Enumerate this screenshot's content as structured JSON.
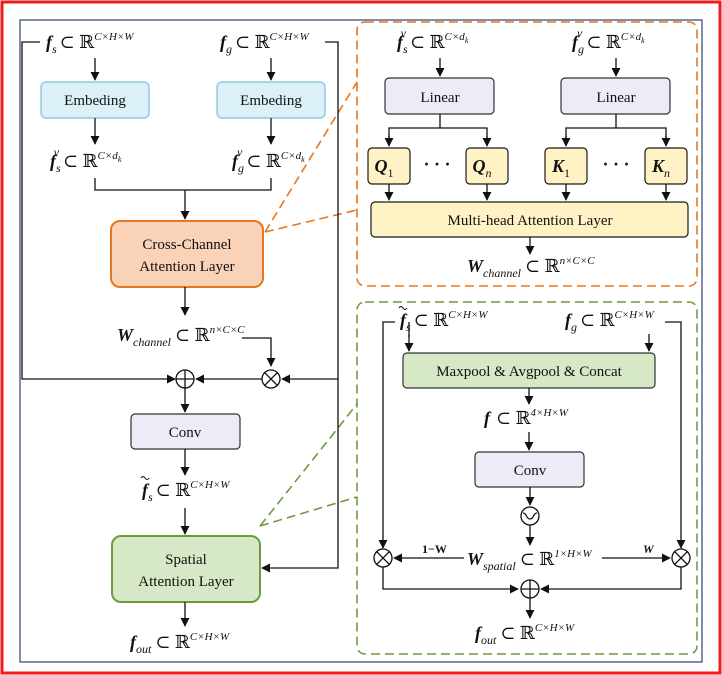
{
  "colors": {
    "outer_border": "#ee1c1c",
    "inner_border": "#2f3f6a",
    "embed_fill": "#dcf0f8",
    "embed_stroke": "#8fcbe2",
    "cross_fill": "#fad2b8",
    "cross_stroke": "#e8761e",
    "spatial_fill": "#d6e8c6",
    "spatial_stroke": "#6c9c3e",
    "qk_fill": "#fff2c4",
    "qk_stroke": "#1a1a1a",
    "mha_fill": "#fff2c4",
    "linear_fill": "#ecebf6",
    "conv_fill": "#ecebf6",
    "orange_dash": "#e8761e",
    "green_dash": "#6c9c3e"
  },
  "left": {
    "fs_input": {
      "base": "f",
      "sub": "s",
      "set": "⊂ ℝ",
      "sup": "C×H×W"
    },
    "fg_input": {
      "base": "f",
      "sub": "g",
      "set": "⊂ ℝ",
      "sup": "C×H×W"
    },
    "embed_left": "Embeding",
    "embed_right": "Embeding",
    "fsv": {
      "base": "f",
      "sub": "s",
      "supv": "v",
      "set": "⊂ ℝ",
      "sup": "C×d",
      "supsub": "k"
    },
    "fgv": {
      "base": "f",
      "sub": "g",
      "supv": "v",
      "set": "⊂ ℝ",
      "sup": "C×d",
      "supsub": "k"
    },
    "cross_line1": "Cross-Channel",
    "cross_line2": "Attention Layer",
    "wchannel": {
      "base": "W",
      "sub": "channel",
      "set": "⊂ ℝ",
      "sup": "n×C×C"
    },
    "conv": "Conv",
    "fs_tilde": {
      "base": "f",
      "sub": "s",
      "set": "⊂ ℝ",
      "sup": "C×H×W"
    },
    "spatial_line1": "Spatial",
    "spatial_line2": "Attention Layer",
    "fout": {
      "base": "f",
      "sub": "out",
      "set": "⊂ ℝ",
      "sup": "C×H×W"
    }
  },
  "cross_panel": {
    "fsv": {
      "base": "f",
      "sub": "s",
      "supv": "v",
      "set": "⊂ ℝ",
      "sup": "C×d",
      "supsub": "k"
    },
    "fgv": {
      "base": "f",
      "sub": "g",
      "supv": "v",
      "set": "⊂ ℝ",
      "sup": "C×d",
      "supsub": "k"
    },
    "linear_left": "Linear",
    "linear_right": "Linear",
    "q1": {
      "base": "Q",
      "sub": "1"
    },
    "qn": {
      "base": "Q",
      "sub": "n"
    },
    "k1": {
      "base": "K",
      "sub": "1"
    },
    "kn": {
      "base": "K",
      "sub": "n"
    },
    "dots": "· · ·",
    "mha": "Multi-head Attention Layer",
    "wchannel": {
      "base": "W",
      "sub": "channel",
      "set": "⊂ ℝ",
      "sup": "n×C×C"
    }
  },
  "spatial_panel": {
    "fs_tilde": {
      "base": "f",
      "sub": "s",
      "set": "⊂ ℝ",
      "sup": "C×H×W"
    },
    "fg": {
      "base": "f",
      "sub": "g",
      "set": "⊂ ℝ",
      "sup": "C×H×W"
    },
    "pool": "Maxpool & Avgpool & Concat",
    "f4": {
      "base": "f",
      "set": "⊂ ℝ",
      "sup": "4×H×W"
    },
    "conv": "Conv",
    "wspatial": {
      "base": "W",
      "sub": "spatial",
      "set": "⊂ ℝ",
      "sup": "1×H×W"
    },
    "one_minus_w": "1−W",
    "w": "W",
    "fout": {
      "base": "f",
      "sub": "out",
      "set": "⊂ ℝ",
      "sup": "C×H×W"
    }
  }
}
